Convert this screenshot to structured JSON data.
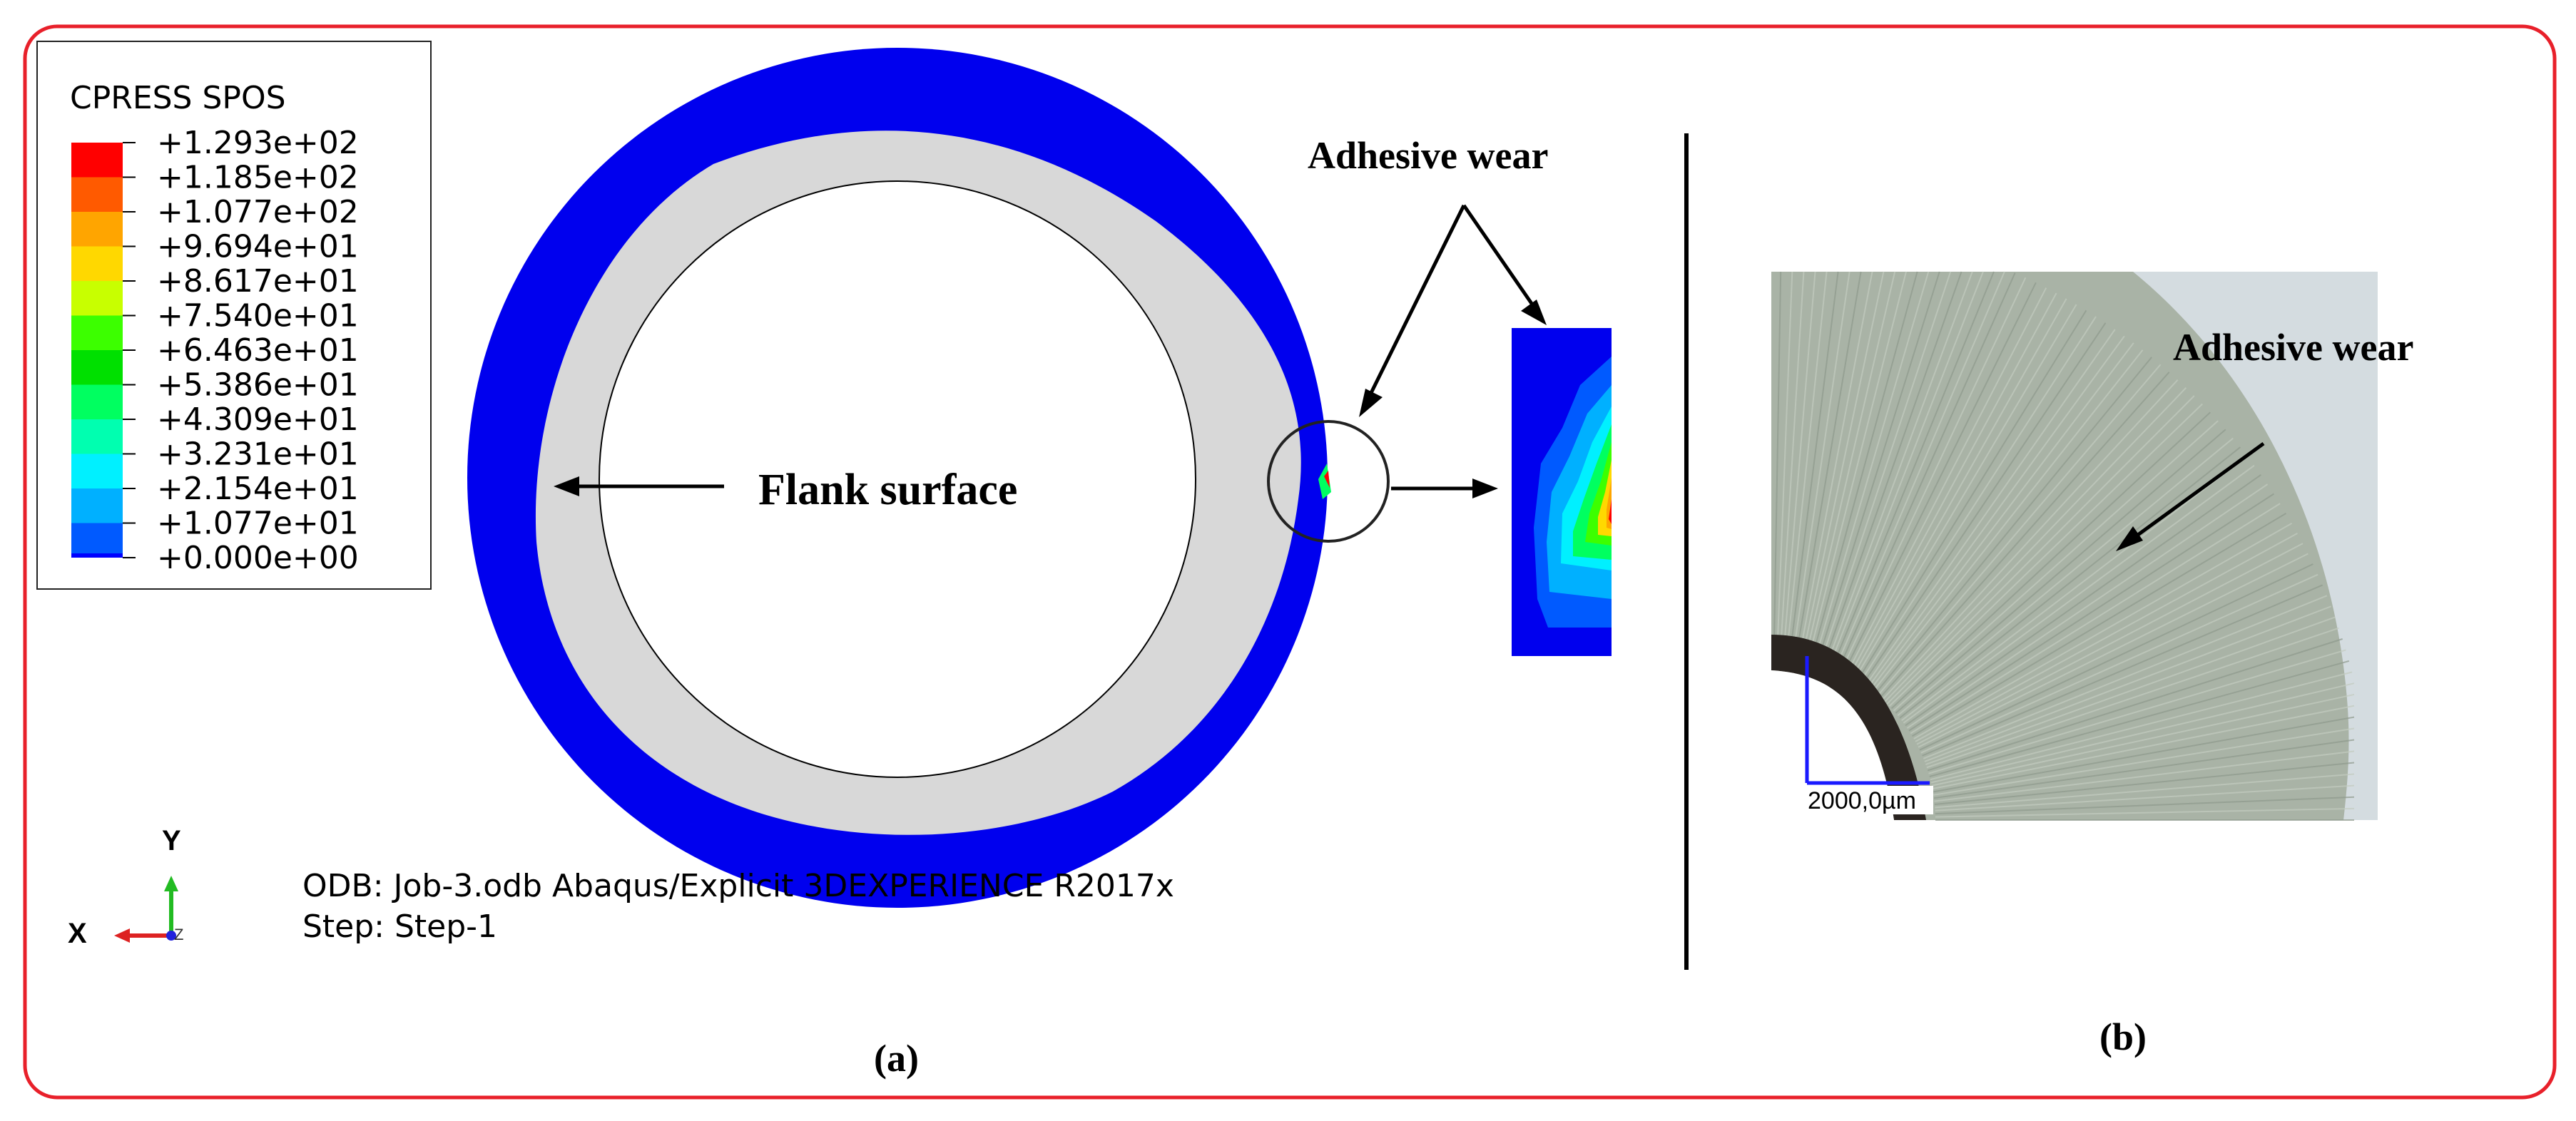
{
  "legend": {
    "title": "CPRESS   SPOS",
    "values": [
      "+1.293e+02",
      "+1.185e+02",
      "+1.077e+02",
      "+9.694e+01",
      "+8.617e+01",
      "+7.540e+01",
      "+6.463e+01",
      "+5.386e+01",
      "+4.309e+01",
      "+3.231e+01",
      "+2.154e+01",
      "+1.077e+01",
      "+0.000e+00"
    ],
    "colors": [
      "#ff0000",
      "#ff5a00",
      "#ffa500",
      "#ffd800",
      "#c8ff00",
      "#3cff00",
      "#00e000",
      "#00ff60",
      "#00ffb0",
      "#00f0ff",
      "#00b0ff",
      "#005aff",
      "#0000ff"
    ]
  },
  "panel_a": {
    "label": "(a)",
    "flank_label": "Flank surface",
    "adhesive_label": "Adhesive wear",
    "odb_line": "ODB: Job-3.odb    Abaqus/Explicit 3DEXPERIENCE R2017x",
    "step_line": "Step: Step-1",
    "axis_y": "Y",
    "axis_x": "X",
    "axis_z": "Z"
  },
  "panel_b": {
    "label": "(b)",
    "adhesive_label": "Adhesive wear",
    "scale_label": "2000,0µm"
  },
  "colors": {
    "frame": "#e8202a",
    "ring_blue": "#0000ee",
    "ring_grey": "#d8d8d8",
    "photo_bg": "#d4dce0",
    "photo_disc": "#aab4a8"
  }
}
